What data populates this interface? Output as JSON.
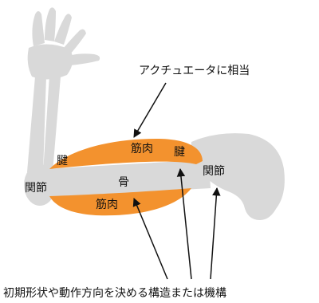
{
  "colors": {
    "bone": "#d9d9d9",
    "muscle": "#f3922e",
    "text": "#111111",
    "arrow": "#111111",
    "background": "#ffffff"
  },
  "labels": {
    "actuator_note": "アクチュエータに相当",
    "structure_note": "初期形状や動作方向を決める構造または機構",
    "muscle_upper": "筋肉",
    "muscle_lower": "筋肉",
    "bone": "骨",
    "tendon_left": "腱",
    "tendon_right": "腱",
    "joint_left": "関節",
    "joint_right": "関節"
  }
}
